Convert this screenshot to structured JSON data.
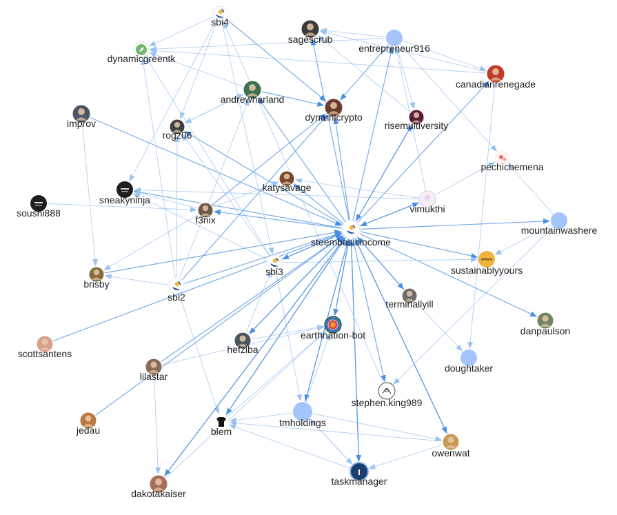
{
  "colors": {
    "edge": "#4a90e2",
    "edge_light": "#9cc3f0",
    "node_default": "#a3c5fb",
    "label": "#222222",
    "sustainably": "#f2b33d",
    "earth": "#e23b2c"
  },
  "nodes": [
    {
      "id": "sbi4",
      "label": "sbi4",
      "avatar": "sbi-logo",
      "r": 11
    },
    {
      "id": "dynamicgreentk",
      "label": "dynamicgreentk",
      "avatar": "leaf-logo",
      "r": 11
    },
    {
      "id": "sagescrub",
      "label": "sagescrub",
      "avatar": "photo",
      "r": 13
    },
    {
      "id": "entrepreneur916",
      "label": "entrepreneur916",
      "avatar": "none",
      "r": 12
    },
    {
      "id": "canadianrenegade",
      "label": "canadianrenegade",
      "avatar": "photo",
      "r": 13
    },
    {
      "id": "andrewharland",
      "label": "andrewharland",
      "avatar": "photo",
      "r": 13
    },
    {
      "id": "dynamicrypto",
      "label": "dynamicrypto",
      "avatar": "photo",
      "r": 13
    },
    {
      "id": "risemultiversity",
      "label": "risemultiversity",
      "avatar": "photo",
      "r": 11
    },
    {
      "id": "improv",
      "label": "improv",
      "avatar": "photo",
      "r": 13
    },
    {
      "id": "rogz06",
      "label": "rogz06",
      "avatar": "photo",
      "r": 11
    },
    {
      "id": "pechichemena",
      "label": "pechichemena",
      "avatar": "flower",
      "r": 11
    },
    {
      "id": "katysavage",
      "label": "katysavage",
      "avatar": "photo",
      "r": 11
    },
    {
      "id": "sneakyninja",
      "label": "sneakyninja",
      "avatar": "dark",
      "r": 12
    },
    {
      "id": "soushi888",
      "label": "soushi888",
      "avatar": "dark",
      "r": 12
    },
    {
      "id": "f3nix",
      "label": "f3nix",
      "avatar": "photo",
      "r": 11
    },
    {
      "id": "vimukthi",
      "label": "vimukthi",
      "avatar": "light",
      "r": 12
    },
    {
      "id": "mountainwashere",
      "label": "mountainwashere",
      "avatar": "none",
      "r": 12
    },
    {
      "id": "steembasicincome",
      "label": "steembasicincome",
      "avatar": "sbi-logo",
      "r": 13
    },
    {
      "id": "sustainablyyours",
      "label": "sustainablyyours",
      "avatar": "sustain",
      "r": 12
    },
    {
      "id": "brisby",
      "label": "brisby",
      "avatar": "photo",
      "r": 11
    },
    {
      "id": "sbi3",
      "label": "sbi3",
      "avatar": "sbi-logo",
      "r": 11
    },
    {
      "id": "sbi2",
      "label": "sbi2",
      "avatar": "sbi-logo",
      "r": 11
    },
    {
      "id": "terminallyill",
      "label": "terminallyill",
      "avatar": "photo",
      "r": 11
    },
    {
      "id": "danpaulson",
      "label": "danpaulson",
      "avatar": "photo",
      "r": 12
    },
    {
      "id": "earthnation-bot",
      "label": "earthnation-bot",
      "avatar": "earth",
      "r": 12
    },
    {
      "id": "scottsantens",
      "label": "scottsantens",
      "avatar": "photo",
      "r": 12
    },
    {
      "id": "hefziba",
      "label": "hefziba",
      "avatar": "photo",
      "r": 12
    },
    {
      "id": "doughtaker",
      "label": "doughtaker",
      "avatar": "none",
      "r": 12
    },
    {
      "id": "lilastar",
      "label": "lilastar",
      "avatar": "photo",
      "r": 12
    },
    {
      "id": "stephen.king989",
      "label": "stephen.king989",
      "avatar": "sketch",
      "r": 12
    },
    {
      "id": "jedau",
      "label": "jedau",
      "avatar": "photo",
      "r": 12
    },
    {
      "id": "tmholdings",
      "label": "tmholdings",
      "avatar": "none",
      "r": 14
    },
    {
      "id": "blem",
      "label": "blem",
      "avatar": "shirt",
      "r": 11
    },
    {
      "id": "owenwat",
      "label": "owenwat",
      "avatar": "photo",
      "r": 12
    },
    {
      "id": "taskmanager",
      "label": "taskmanager",
      "avatar": "task",
      "r": 13
    },
    {
      "id": "dakotakaiser",
      "label": "dakotakaiser",
      "avatar": "photo",
      "r": 13
    }
  ],
  "edges": [
    [
      "sbi4",
      "dynamicgreentk"
    ],
    [
      "sbi4",
      "dynamicrypto"
    ],
    [
      "sbi4",
      "rogz06"
    ],
    [
      "sbi4",
      "sbi3"
    ],
    [
      "sbi4",
      "sneakyninja"
    ],
    [
      "entrepreneur916",
      "sagescrub"
    ],
    [
      "entrepreneur916",
      "dynamicgreentk"
    ],
    [
      "entrepreneur916",
      "canadianrenegade"
    ],
    [
      "entrepreneur916",
      "dynamicrypto"
    ],
    [
      "entrepreneur916",
      "risemultiversity"
    ],
    [
      "entrepreneur916",
      "pechichemena"
    ],
    [
      "canadianrenegade",
      "sagescrub"
    ],
    [
      "canadianrenegade",
      "dynamicgreentk"
    ],
    [
      "canadianrenegade",
      "doughtaker"
    ],
    [
      "andrewharland",
      "dynamicgreentk"
    ],
    [
      "andrewharland",
      "dynamicrypto"
    ],
    [
      "andrewharland",
      "rogz06"
    ],
    [
      "improv",
      "brisby"
    ],
    [
      "improv",
      "steembasicincome"
    ],
    [
      "soushi888",
      "f3nix"
    ],
    [
      "steembasicincome",
      "sagescrub"
    ],
    [
      "steembasicincome",
      "dynamicrypto"
    ],
    [
      "steembasicincome",
      "andrewharland"
    ],
    [
      "steembasicincome",
      "katysavage"
    ],
    [
      "steembasicincome",
      "sneakyninja"
    ],
    [
      "steembasicincome",
      "f3nix"
    ],
    [
      "steembasicincome",
      "rogz06"
    ],
    [
      "steembasicincome",
      "risemultiversity"
    ],
    [
      "steembasicincome",
      "entrepreneur916"
    ],
    [
      "steembasicincome",
      "mountainwashere"
    ],
    [
      "steembasicincome",
      "terminallyill"
    ],
    [
      "steembasicincome",
      "danpaulson"
    ],
    [
      "steembasicincome",
      "earthnation-bot"
    ],
    [
      "steembasicincome",
      "taskmanager"
    ],
    [
      "steembasicincome",
      "stephen.king989"
    ],
    [
      "steembasicincome",
      "owenwat"
    ],
    [
      "steembasicincome",
      "blem"
    ],
    [
      "steembasicincome",
      "hefziba"
    ],
    [
      "steembasicincome",
      "dakotakaiser"
    ],
    [
      "steembasicincome",
      "tmholdings"
    ],
    [
      "steembasicincome",
      "sbi3"
    ],
    [
      "steembasicincome",
      "canadianrenegade"
    ],
    [
      "steembasicincome",
      "sustainablyyours"
    ],
    [
      "steembasicincome",
      "vimukthi"
    ],
    [
      "sbi3",
      "steembasicincome"
    ],
    [
      "sbi3",
      "dynamicgreentk"
    ],
    [
      "sbi3",
      "rogz06"
    ],
    [
      "sbi3",
      "sneakyninja"
    ],
    [
      "sbi3",
      "tmholdings"
    ],
    [
      "sbi3",
      "sustainablyyours"
    ],
    [
      "sbi2",
      "steembasicincome"
    ],
    [
      "sbi2",
      "dynamicrypto"
    ],
    [
      "sbi2",
      "brisby"
    ],
    [
      "sbi2",
      "blem"
    ],
    [
      "sbi2",
      "rogz06"
    ],
    [
      "sbi2",
      "andrewharland"
    ],
    [
      "sbi2",
      "dynamicgreentk"
    ],
    [
      "f3nix",
      "brisby"
    ],
    [
      "f3nix",
      "sneakyninja"
    ],
    [
      "f3nix",
      "katysavage"
    ],
    [
      "f3nix",
      "dynamicrypto"
    ],
    [
      "vimukthi",
      "pechichemena"
    ],
    [
      "vimukthi",
      "steembasicincome"
    ],
    [
      "vimukthi",
      "sneakyninja"
    ],
    [
      "vimukthi",
      "katysavage"
    ],
    [
      "vimukthi",
      "entrepreneur916"
    ],
    [
      "mountainwashere",
      "pechichemena"
    ],
    [
      "mountainwashere",
      "sustainablyyours"
    ],
    [
      "mountainwashere",
      "stephen.king989"
    ],
    [
      "terminallyill",
      "doughtaker"
    ],
    [
      "terminallyill",
      "steembasicincome"
    ],
    [
      "lilastar",
      "steembasicincome"
    ],
    [
      "lilastar",
      "earthnation-bot"
    ],
    [
      "lilastar",
      "dakotakaiser"
    ],
    [
      "hefziba",
      "earthnation-bot"
    ],
    [
      "hefziba",
      "sbi3"
    ],
    [
      "hefziba",
      "steembasicincome"
    ],
    [
      "scottsantens",
      "steembasicincome"
    ],
    [
      "jedau",
      "steembasicincome"
    ],
    [
      "tmholdings",
      "blem"
    ],
    [
      "tmholdings",
      "owenwat"
    ],
    [
      "tmholdings",
      "taskmanager"
    ],
    [
      "tmholdings",
      "earthnation-bot"
    ],
    [
      "tmholdings",
      "steembasicincome"
    ],
    [
      "taskmanager",
      "blem"
    ],
    [
      "taskmanager",
      "tmholdings"
    ],
    [
      "taskmanager",
      "steembasicincome"
    ],
    [
      "owenwat",
      "blem"
    ],
    [
      "owenwat",
      "steembasicincome"
    ],
    [
      "owenwat",
      "taskmanager"
    ],
    [
      "blem",
      "steembasicincome"
    ],
    [
      "blem",
      "earthnation-bot"
    ],
    [
      "dakotakaiser",
      "steembasicincome"
    ],
    [
      "dakotakaiser",
      "earthnation-bot"
    ],
    [
      "earthnation-bot",
      "steembasicincome"
    ],
    [
      "stephen.king989",
      "sbi4"
    ],
    [
      "risemultiversity",
      "sagescrub"
    ],
    [
      "risemultiversity",
      "steembasicincome"
    ],
    [
      "rogz06",
      "andrewharland"
    ],
    [
      "brisby",
      "steembasicincome"
    ]
  ]
}
